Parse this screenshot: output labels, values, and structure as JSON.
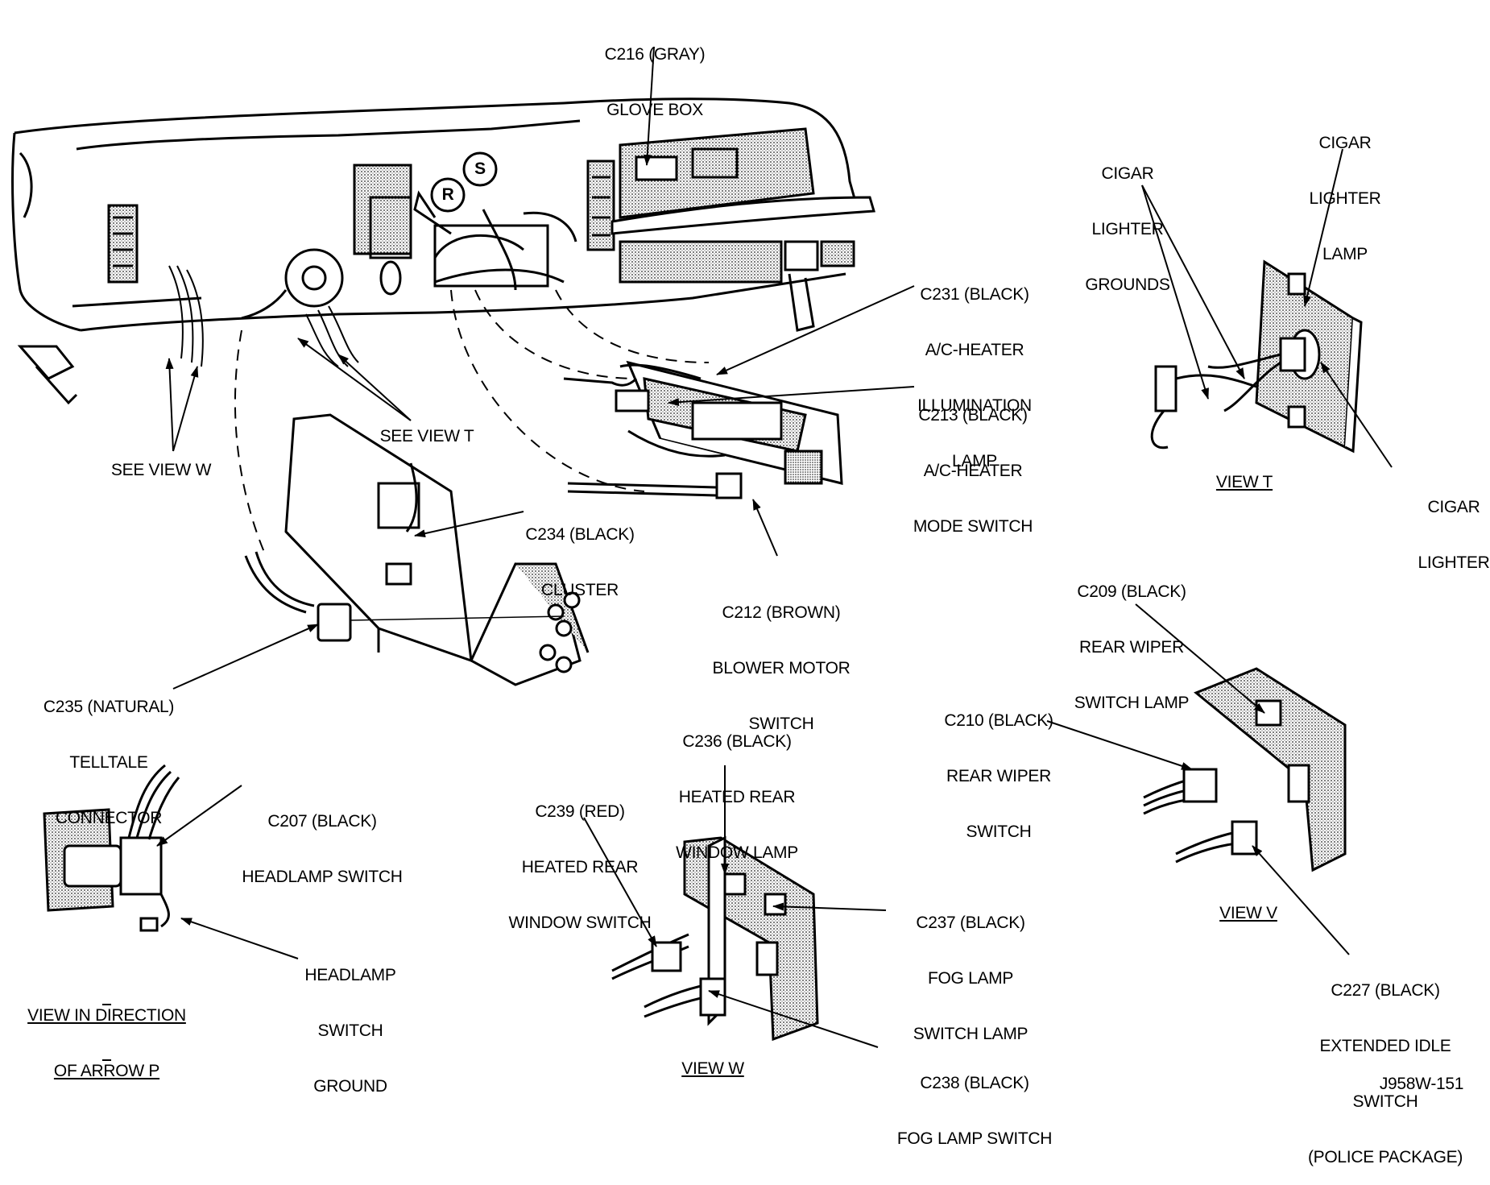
{
  "labels": {
    "c216": [
      "C216 (GRAY)",
      "GLOVE BOX"
    ],
    "cigar_grounds": [
      "CIGAR",
      "LIGHTER",
      "GROUNDS"
    ],
    "cigar_lamp": [
      "CIGAR",
      "LIGHTER",
      "LAMP"
    ],
    "c231": [
      "C231 (BLACK)",
      "A/C-HEATER",
      "ILLUMINATION",
      "LAMP"
    ],
    "c213": [
      "C213 (BLACK)",
      "A/C-HEATER",
      "MODE SWITCH"
    ],
    "see_view_t": "SEE VIEW T",
    "see_view_w": "SEE VIEW W",
    "view_t": "VIEW T",
    "cigar_lighter": [
      "CIGAR",
      "LIGHTER"
    ],
    "c234": [
      "C234 (BLACK)",
      "CLUSTER"
    ],
    "c212": [
      "C212 (BROWN)",
      "BLOWER MOTOR",
      "SWITCH"
    ],
    "c209": [
      "C209 (BLACK)",
      "REAR WIPER",
      "SWITCH LAMP"
    ],
    "c235": [
      "C235 (NATURAL)",
      "TELLTALE",
      "CONNECTOR"
    ],
    "c210": [
      "C210 (BLACK)",
      "REAR WIPER",
      "SWITCH"
    ],
    "c236": [
      "C236 (BLACK)",
      "HEATED REAR",
      "WINDOW LAMP"
    ],
    "c207": [
      "C207 (BLACK)",
      "HEADLAMP SWITCH"
    ],
    "c239": [
      "C239 (RED)",
      "HEATED REAR",
      "WINDOW SWITCH"
    ],
    "c237": [
      "C237 (BLACK)",
      "FOG LAMP",
      "SWITCH LAMP"
    ],
    "view_v": "VIEW V",
    "headlamp_ground": [
      "HEADLAMP",
      "SWITCH",
      "GROUND"
    ],
    "view_arrow_p": [
      "VIEW IN DIRECTION",
      "OF ARROW P"
    ],
    "c227": [
      "C227 (BLACK)",
      "EXTENDED IDLE",
      "SWITCH",
      "(POLICE PACKAGE)"
    ],
    "c238": [
      "C238 (BLACK)",
      "FOG LAMP SWITCH"
    ],
    "view_w": "VIEW W",
    "figure_id": "J958W-151"
  },
  "dash_marks": {
    "r": "R",
    "s": "S"
  },
  "colors": {
    "ink": "#000000",
    "shade": "#bdbdbd",
    "paper": "#ffffff"
  }
}
